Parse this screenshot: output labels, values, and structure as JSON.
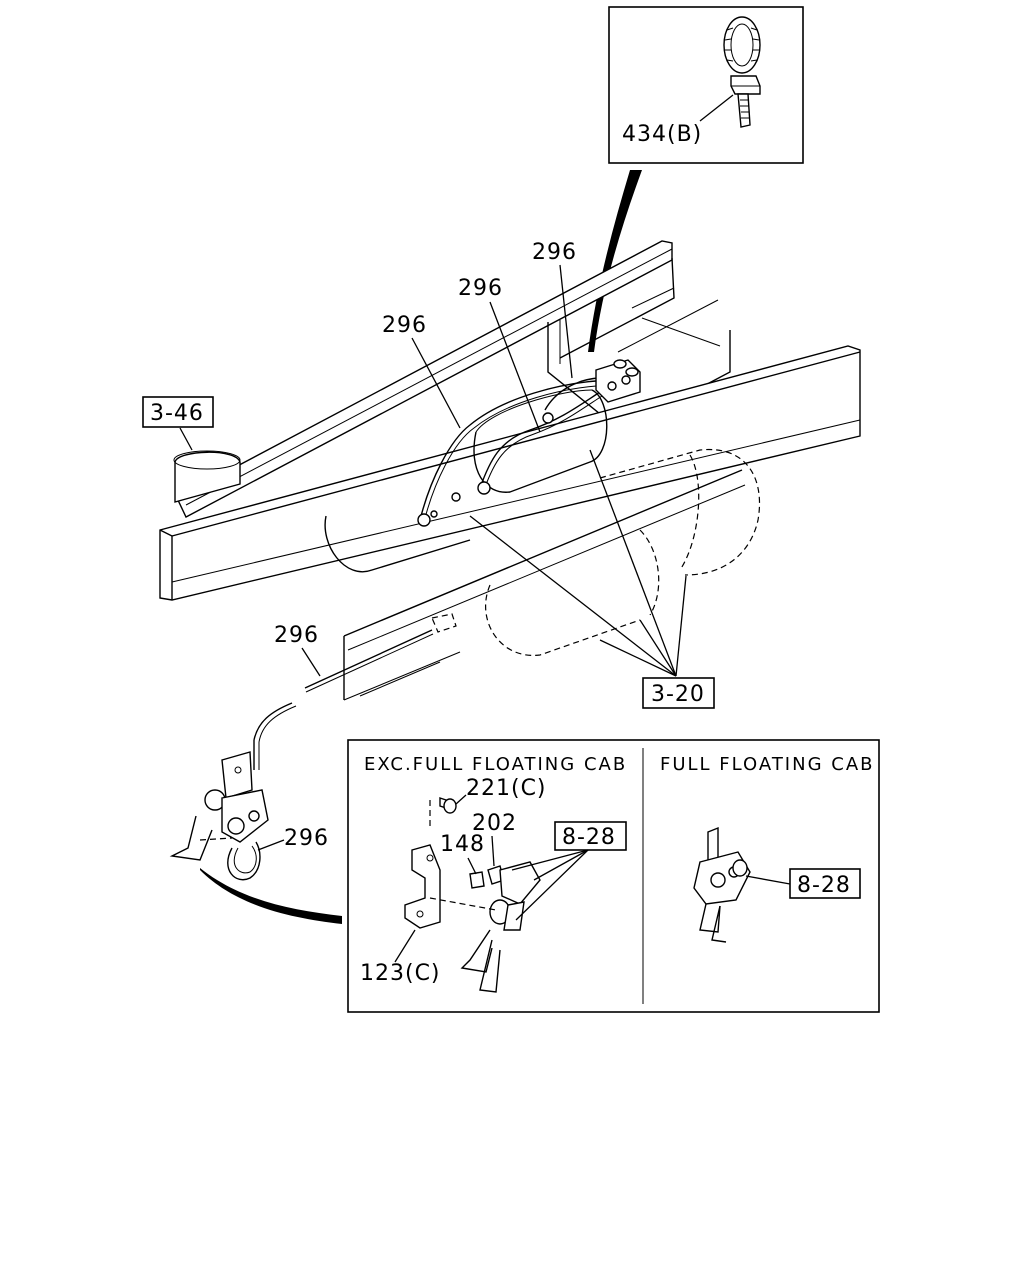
{
  "callouts": {
    "clamp": "434(B)",
    "pipe_a": "296",
    "pipe_b": "296",
    "pipe_c": "296",
    "pipe_d": "296",
    "pipe_e": "296",
    "ref_tank_left": "3-46",
    "ref_tanks": "3-20"
  },
  "inset": {
    "left_title": "EXC.FULL FLOATING CAB",
    "right_title": "FULL FLOATING CAB",
    "bolt": "221(C)",
    "part_202": "202",
    "part_148": "148",
    "bracket": "123(C)",
    "ref_left": "8-28",
    "ref_right": "8-28"
  }
}
